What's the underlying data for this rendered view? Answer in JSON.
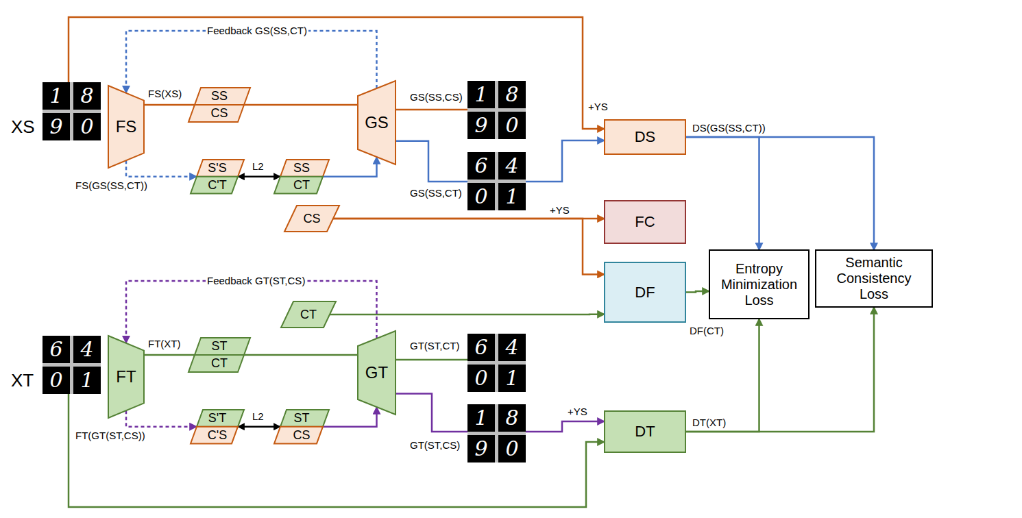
{
  "diagram": {
    "nodes": [
      {
        "text": [
          "FS"
        ]
      },
      {
        "text": [
          "SS",
          "CS"
        ]
      },
      {
        "text": [
          "GS"
        ]
      },
      {
        "text": [
          "DS"
        ]
      },
      {
        "text": [
          "S'S",
          "C'T"
        ]
      },
      {
        "text": [
          "SS",
          "CT"
        ]
      },
      {
        "text": [
          "FC"
        ]
      },
      {
        "text": [
          "CS"
        ]
      },
      {
        "text": [
          "DF"
        ]
      },
      {
        "text": [
          "CT"
        ]
      },
      {
        "text": [
          "Entropy Minimization Loss"
        ]
      },
      {
        "text": [
          "Semantic Consistency Loss"
        ]
      },
      {
        "text": [
          "FT"
        ]
      },
      {
        "text": [
          "ST",
          "CT"
        ]
      },
      {
        "text": [
          "GT"
        ]
      },
      {
        "text": [
          "DT"
        ]
      },
      {
        "text": [
          "S'T",
          "C'S"
        ]
      },
      {
        "text": [
          "ST",
          "CS"
        ]
      }
    ],
    "edges": [
      {
        "from": 0,
        "to": 1,
        "arrow": "none",
        "label": "FS(XS)"
      },
      {
        "from": 1,
        "to": 2,
        "arrow": "none"
      },
      {
        "from": 2,
        "to": 0,
        "arrow": "to",
        "label": "Feedback GS(SS,CT)"
      },
      {
        "from": 0,
        "to": 4,
        "arrow": "to",
        "label": "FS(GS(SS,CT))"
      },
      {
        "from": 4,
        "to": 5,
        "arrow": "both",
        "label": "L2"
      },
      {
        "from": 5,
        "to": 2,
        "arrow": "to"
      },
      {
        "from": 2,
        "to": 3,
        "arrow": "to"
      },
      {
        "from": 3,
        "to": 10,
        "arrow": "to",
        "label": "DS(GS(SS,CT))"
      },
      {
        "from": 3,
        "to": 11,
        "arrow": "to"
      },
      {
        "from": 7,
        "to": 6,
        "arrow": "to",
        "label": "+YS"
      },
      {
        "from": 7,
        "to": 8,
        "arrow": "to"
      },
      {
        "from": 9,
        "to": 8,
        "arrow": "to"
      },
      {
        "from": 8,
        "to": 10,
        "arrow": "to",
        "label": "DF(CT)"
      },
      {
        "from": 12,
        "to": 13,
        "arrow": "none",
        "label": "FT(XT)"
      },
      {
        "from": 13,
        "to": 14,
        "arrow": "none"
      },
      {
        "from": 14,
        "to": 12,
        "arrow": "to",
        "label": "Feedback GT(ST,CS)"
      },
      {
        "from": 12,
        "to": 16,
        "arrow": "to",
        "label": "FT(GT(ST,CS))"
      },
      {
        "from": 16,
        "to": 17,
        "arrow": "both",
        "label": "L2"
      },
      {
        "from": 17,
        "to": 14,
        "arrow": "to"
      },
      {
        "from": 14,
        "to": 15,
        "arrow": "to",
        "label": "+YS"
      },
      {
        "from": 15,
        "to": 10,
        "arrow": "to",
        "label": "DT(XT)"
      },
      {
        "from": 15,
        "to": 11,
        "arrow": "to"
      }
    ],
    "labels": [
      "XS",
      "+YS",
      "GS(SS,CS)",
      "GS(SS,CT)",
      "XT",
      "GT(ST,CT)",
      "GT(ST,CS)",
      "1",
      "8",
      "9",
      "0",
      "1",
      "8",
      "9",
      "0",
      "6",
      "4",
      "0",
      "1",
      "6",
      "4",
      "0",
      "1",
      "6",
      "4",
      "0",
      "1",
      "1",
      "8",
      "9",
      "0"
    ]
  }
}
